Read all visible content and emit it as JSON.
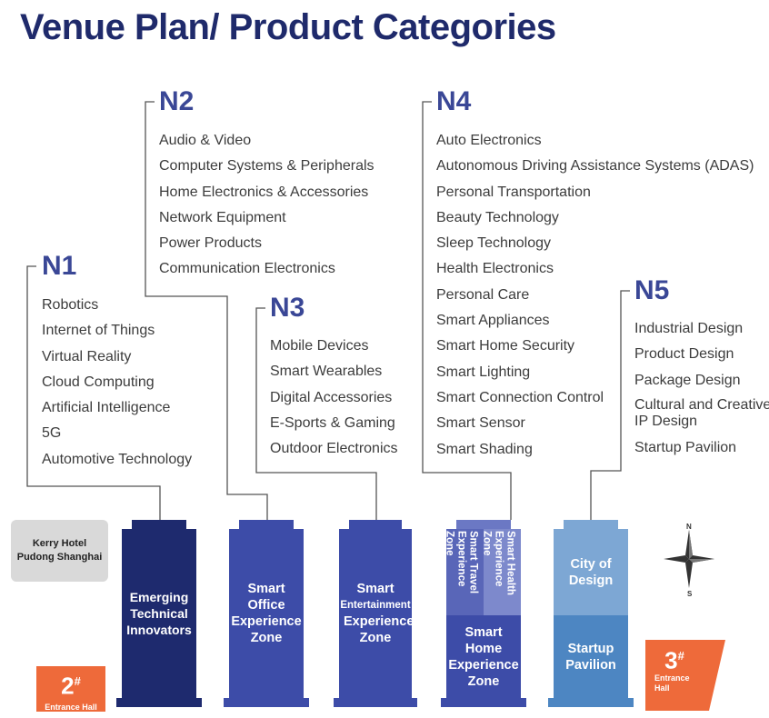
{
  "title": "Venue Plan/ Product Categories",
  "halls": {
    "n1": {
      "name": "N1",
      "items": [
        "Robotics",
        "Internet of Things",
        "Virtual Reality",
        "Cloud Computing",
        "Artificial Intelligence",
        "5G",
        "Automotive Technology"
      ]
    },
    "n2": {
      "name": "N2",
      "items": [
        "Audio & Video",
        "Computer Systems & Peripherals",
        "Home Electronics & Accessories",
        "Network Equipment",
        "Power Products",
        "Communication Electronics"
      ]
    },
    "n3": {
      "name": "N3",
      "items": [
        "Mobile Devices",
        "Smart Wearables",
        "Digital Accessories",
        "E-Sports & Gaming",
        "Outdoor Electronics"
      ]
    },
    "n4": {
      "name": "N4",
      "items": [
        "Auto Electronics",
        "Autonomous Driving Assistance Systems (ADAS)",
        "Personal Transportation",
        "Beauty Technology",
        "Sleep Technology",
        "Health Electronics",
        "Personal Care",
        "Smart Appliances",
        "Smart Home Security",
        "Smart Lighting",
        "Smart Connection Control",
        "Smart Sensor",
        "Smart Shading"
      ]
    },
    "n5": {
      "name": "N5",
      "items": [
        "Industrial Design",
        "Product Design",
        "Package Design",
        "Cultural and Creative IP Design",
        "Startup Pavilion"
      ]
    }
  },
  "buildings": {
    "n1": {
      "label": "Emerging Technical Innovators"
    },
    "n2": {
      "label": "Smart Office Experience Zone"
    },
    "n3": {
      "label_line1": "Smart",
      "label_line2": "Entertainment",
      "label_line3": "Experience Zone"
    },
    "n4": {
      "travel": "Smart Travel Experience Zone",
      "health": "Smart Health Experience Zone",
      "home": "Smart Home Experience Zone"
    },
    "n5": {
      "top": "City of Design",
      "bottom": "Startup Pavilion"
    }
  },
  "hotel": {
    "line1": "Kerry Hotel",
    "line2": "Pudong Shanghai"
  },
  "entrances": {
    "e2": {
      "num": "2",
      "sup": "#",
      "label": "Entrance Hall"
    },
    "e3": {
      "num": "3",
      "sup": "#",
      "label_line1": "Entrance",
      "label_line2": "Hall"
    }
  },
  "compass": {
    "north": "N",
    "south": "S"
  },
  "colors": {
    "title": "#1f2a6b",
    "hall_heading": "#3a4796",
    "n1_building": "#1e2a6e",
    "n2_building": "#3d4ca8",
    "n3_building": "#3d4ca8",
    "n4_building": "#3d4ca8",
    "n4_upper": "#6b78c4",
    "n5_top": "#7da7d4",
    "n5_bottom": "#4d86c2",
    "entrance": "#ee6a3a",
    "hotel_box": "#d9d9d9"
  }
}
